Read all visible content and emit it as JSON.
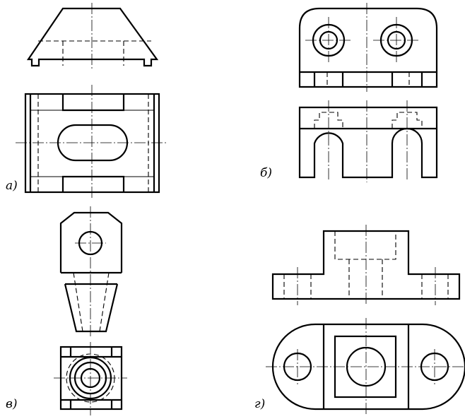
{
  "labels": {
    "a": "а)",
    "b": "б)",
    "v": "в)",
    "g": "г)"
  }
}
